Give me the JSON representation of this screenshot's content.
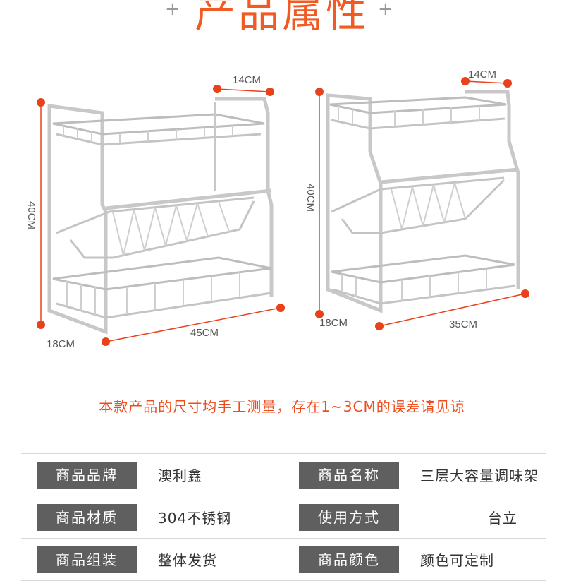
{
  "header": {
    "title": "产品属性",
    "deco_left": "+",
    "deco_right": "+"
  },
  "rack_large": {
    "depth_top": "14CM",
    "height": "40CM",
    "width": "45CM",
    "depth_bottom": "18CM"
  },
  "rack_small": {
    "depth_top": "14CM",
    "height": "40CM",
    "width": "35CM",
    "depth_bottom": "18CM"
  },
  "note": "本款产品的尺寸均手工测量，存在1~3CM的误差请见谅",
  "attributes": [
    {
      "key": "商品品牌",
      "value": "澳利鑫"
    },
    {
      "key": "商品名称",
      "value": "三层大容量调味架"
    },
    {
      "key": "商品材质",
      "value": "304不锈钢"
    },
    {
      "key": "使用方式",
      "value": "台立"
    },
    {
      "key": "商品组装",
      "value": "整体发货"
    },
    {
      "key": "商品颜色",
      "value": "颜色可定制"
    }
  ],
  "colors": {
    "accent": "#f15a22",
    "key_bg": "#5f5f5f",
    "dimension_line": "#e8421c"
  }
}
